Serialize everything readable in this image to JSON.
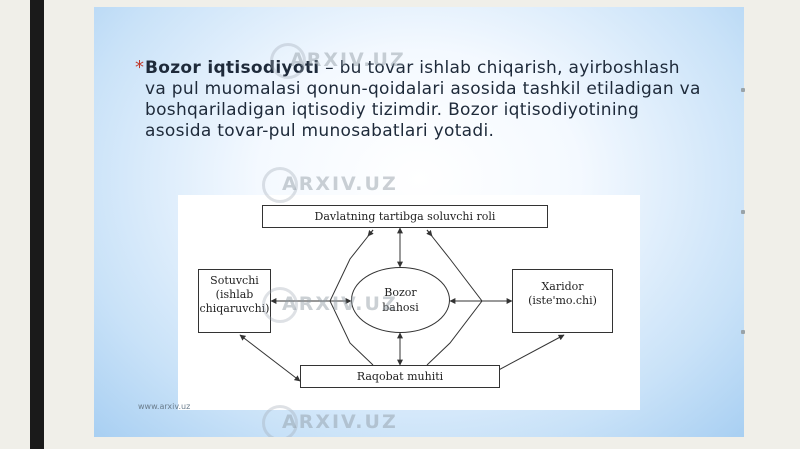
{
  "slide": {
    "bold_term": "Bozor iqtisodiyoti",
    "definition_text": " – bu tovar  ishlab chiqarish, ayirboshlash va pul  muomalasi qonun-qoidalari asosida tashkil etiladigan va  boshqariladigan iqtisodiy  tizimdir. Bozor  iqtisodiyotining asosida  tovar-pul munosabatlari yotadi."
  },
  "diagram": {
    "top_box": "Davlatning tartibga soluvchi roli",
    "left_box": "Sotuvchi (ishlab chiqaruvchi)",
    "center_ellipse": "Bozor bahosi",
    "right_box": "Xaridor (iste'mo.chi)",
    "bottom_box": "Raqobat muhiti"
  },
  "footer_url": "www.arxiv.uz",
  "watermark": "ARXIV.UZ",
  "colors": {
    "bullet": "#c0392b",
    "slide_edge": "#a8cff2"
  }
}
